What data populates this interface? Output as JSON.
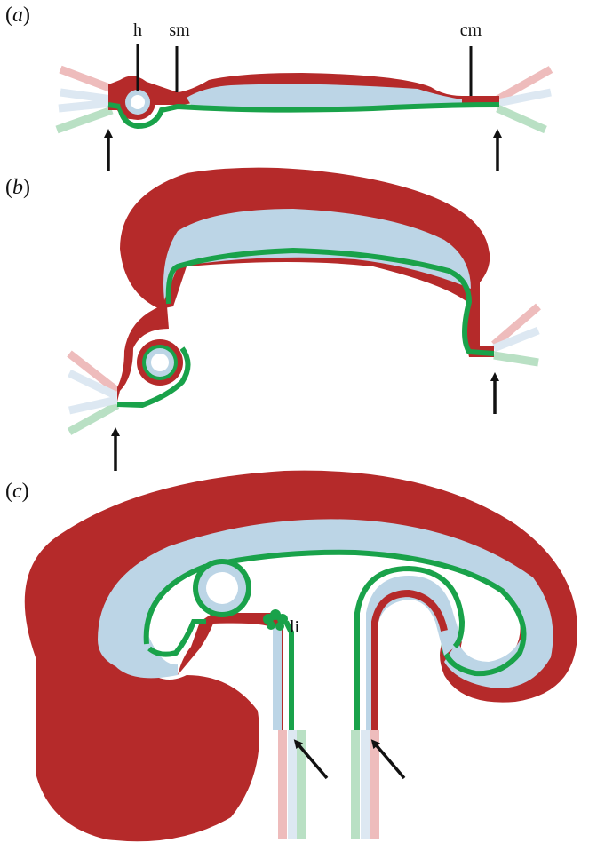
{
  "panels": [
    {
      "id": "a",
      "label_prefix": "(",
      "label_letter": "a",
      "label_suffix": ")"
    },
    {
      "id": "b",
      "label_prefix": "(",
      "label_letter": "b",
      "label_suffix": ")"
    },
    {
      "id": "c",
      "label_prefix": "(",
      "label_letter": "c",
      "label_suffix": ")"
    }
  ],
  "annotations": {
    "h": "h",
    "sm": "sm",
    "cm": "cm",
    "li": "li"
  },
  "colors": {
    "outer_layer": "#b52a2a",
    "middle_layer": "#bcd5e6",
    "inner_line": "#19a24a",
    "arrow": "#111111",
    "faded_red": "#eebcbc",
    "faded_green": "#b9e0c4",
    "faded_blue": "#dde8f2"
  }
}
